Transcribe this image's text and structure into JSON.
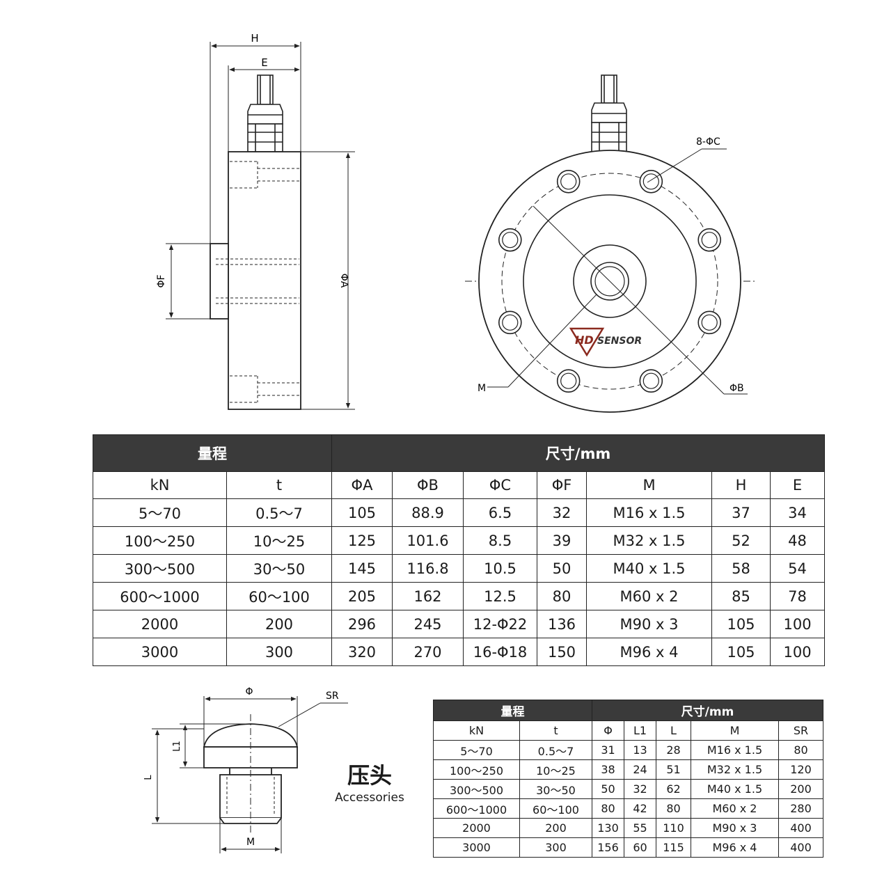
{
  "side_view": {
    "dim_H": "H",
    "dim_E": "E",
    "dim_F": "ΦF",
    "dim_A": "ΦA"
  },
  "front_view": {
    "label_holes": "8-ΦC",
    "label_M": "M",
    "label_B": "ΦB",
    "logo_text": "HD SENSOR",
    "logo_color": "#8b2a1f"
  },
  "main_table": {
    "group_range": "量程",
    "group_dims": "尺寸/mm",
    "columns": [
      "kN",
      "t",
      "ΦA",
      "ΦB",
      "ΦC",
      "ΦF",
      "M",
      "H",
      "E"
    ],
    "rows": [
      [
        "5～70",
        "0.5～7",
        "105",
        "88.9",
        "6.5",
        "32",
        "M16 x 1.5",
        "37",
        "34"
      ],
      [
        "100～250",
        "10～25",
        "125",
        "101.6",
        "8.5",
        "39",
        "M32 x 1.5",
        "52",
        "48"
      ],
      [
        "300～500",
        "30～50",
        "145",
        "116.8",
        "10.5",
        "50",
        "M40 x 1.5",
        "58",
        "54"
      ],
      [
        "600～1000",
        "60～100",
        "205",
        "162",
        "12.5",
        "80",
        "M60 x 2",
        "85",
        "78"
      ],
      [
        "2000",
        "200",
        "296",
        "245",
        "12-Φ22",
        "136",
        "M90 x 3",
        "105",
        "100"
      ],
      [
        "3000",
        "300",
        "320",
        "270",
        "16-Φ18",
        "150",
        "M96 x 4",
        "105",
        "100"
      ]
    ]
  },
  "accessory_drawing": {
    "dim_phi": "Φ",
    "dim_SR": "SR",
    "dim_L1": "L1",
    "dim_L": "L",
    "dim_M": "M"
  },
  "accessory_title": {
    "zh": "压头",
    "en": "Accessories"
  },
  "accessory_table": {
    "group_range": "量程",
    "group_dims": "尺寸/mm",
    "columns": [
      "kN",
      "t",
      "Φ",
      "L1",
      "L",
      "M",
      "SR"
    ],
    "rows": [
      [
        "5～70",
        "0.5～7",
        "31",
        "13",
        "28",
        "M16 x 1.5",
        "80"
      ],
      [
        "100～250",
        "10～25",
        "38",
        "24",
        "51",
        "M32 x 1.5",
        "120"
      ],
      [
        "300～500",
        "30～50",
        "50",
        "32",
        "62",
        "M40 x 1.5",
        "200"
      ],
      [
        "600～1000",
        "60～100",
        "80",
        "42",
        "80",
        "M60 x 2",
        "280"
      ],
      [
        "2000",
        "200",
        "130",
        "55",
        "110",
        "M90 x 3",
        "400"
      ],
      [
        "3000",
        "300",
        "156",
        "60",
        "115",
        "M96 x 4",
        "400"
      ]
    ]
  }
}
